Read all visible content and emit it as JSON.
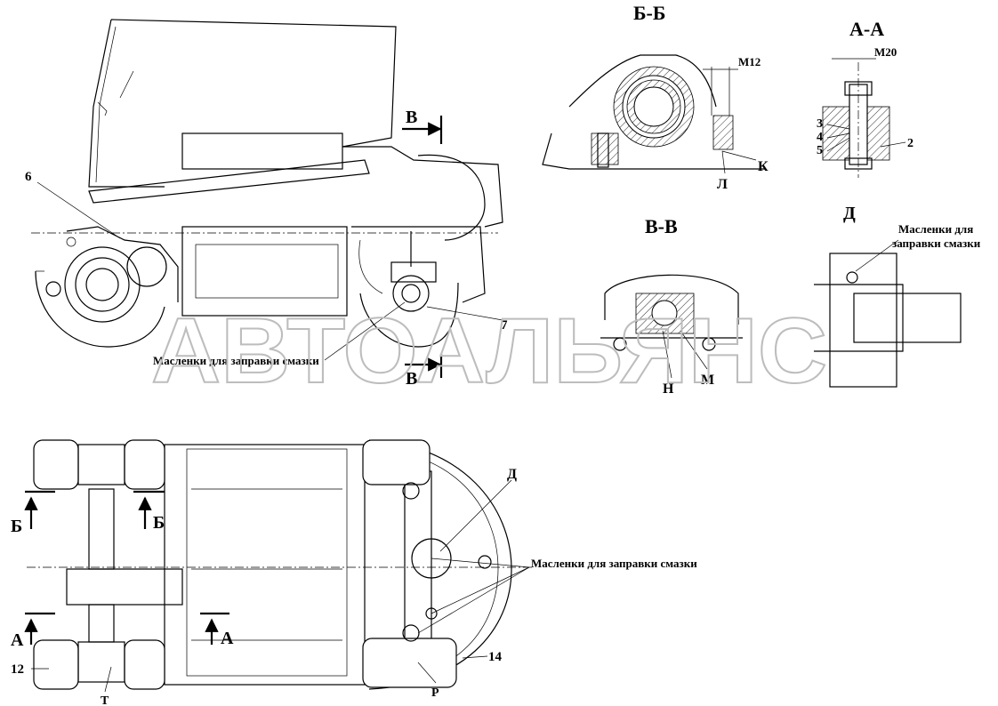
{
  "watermark": "АВТОАЛЬЯНС",
  "section_titles": {
    "bb": "Б-Б",
    "aa": "А-А",
    "vv": "В-В",
    "d": "Д"
  },
  "thread_labels": {
    "m12": "М12",
    "m20": "М20"
  },
  "callouts": {
    "lubrication_nipples_side": "Масленки для заправки смазки",
    "lubrication_nipples_top": "Масленки для заправки смазки",
    "lubrication_nipples_d_line1": "Масленки для",
    "lubrication_nipples_d_line2": "заправки смазки"
  },
  "part_numbers": {
    "n6": "6",
    "n7": "7",
    "n2": "2",
    "n3": "3",
    "n4": "4",
    "n5": "5",
    "n12": "12",
    "n14": "14"
  },
  "letter_marks": {
    "k": "К",
    "l": "Л",
    "n": "Н",
    "m": "М",
    "r": "Р",
    "t": "Т",
    "d_top": "Д",
    "v_top": "В",
    "v_bottom": "В",
    "b_left": "Б",
    "b_right": "Б",
    "a_left": "А",
    "a_right": "А"
  }
}
